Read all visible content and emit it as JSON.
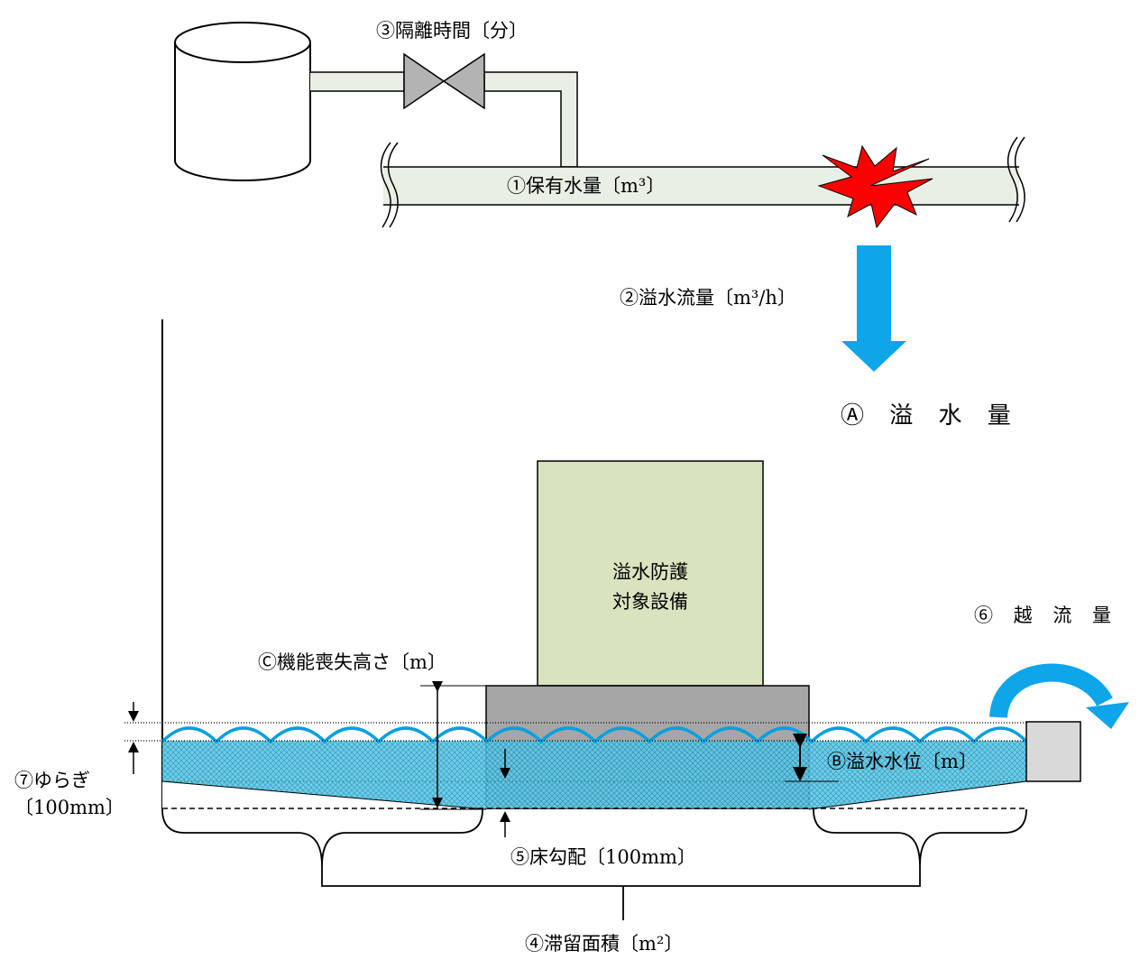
{
  "labels": {
    "isolation_time": "③隔離時間〔分〕",
    "retained_volume": "①保有水量〔m³〕",
    "overflow_rate": "②溢水流量〔m³/h〕",
    "overflow_amount": "Ⓐ 溢 水 量",
    "protected_equipment_line1": "溢水防護",
    "protected_equipment_line2": "対象設備",
    "overflow_out": "⑥ 越 流 量",
    "function_loss_height": "Ⓒ機能喪失高さ〔m〕",
    "flood_water_level": "Ⓑ溢水水位〔m〕",
    "fluctuation_line1": "⑦ゆらぎ",
    "fluctuation_line2": "〔100mm〕",
    "floor_gradient": "⑤床勾配〔100mm〕",
    "stagnant_area": "④滞留面積〔m²〕"
  },
  "colors": {
    "water": "#5bc8e8",
    "wave": "#00a0e0",
    "arrow": "#0ea5e9",
    "equipment": "#d9e3bf",
    "pedestal": "#a6a6a6",
    "pipe": "#eaefe6",
    "valve": "#b3b3b3",
    "burst": "#ff0000",
    "weir": "#d9d9d9"
  },
  "icons": {
    "tank": "tank-icon",
    "valve": "valve-icon",
    "burst": "burst-icon"
  }
}
